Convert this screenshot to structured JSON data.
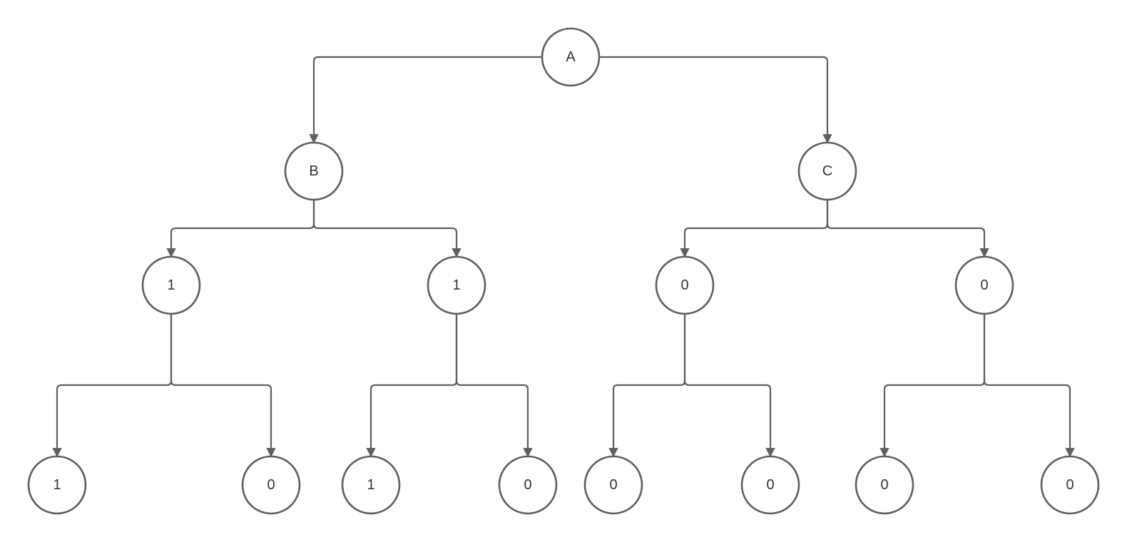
{
  "diagram": {
    "nodes": [
      {
        "id": "root",
        "label": "A"
      },
      {
        "id": "b",
        "label": "B"
      },
      {
        "id": "c",
        "label": "C"
      },
      {
        "id": "b_left",
        "label": "1"
      },
      {
        "id": "b_right",
        "label": "1"
      },
      {
        "id": "c_left",
        "label": "0"
      },
      {
        "id": "c_right",
        "label": "0"
      },
      {
        "id": "bl_left",
        "label": "1"
      },
      {
        "id": "bl_right",
        "label": "0"
      },
      {
        "id": "br_left",
        "label": "1"
      },
      {
        "id": "br_right",
        "label": "0"
      },
      {
        "id": "cl_left",
        "label": "0"
      },
      {
        "id": "cl_right",
        "label": "0"
      },
      {
        "id": "cr_left",
        "label": "0"
      },
      {
        "id": "cr_right",
        "label": "0"
      }
    ],
    "edges": [
      {
        "from": "root",
        "to": "b"
      },
      {
        "from": "root",
        "to": "c"
      },
      {
        "from": "b",
        "to": "b_left"
      },
      {
        "from": "b",
        "to": "b_right"
      },
      {
        "from": "c",
        "to": "c_left"
      },
      {
        "from": "c",
        "to": "c_right"
      },
      {
        "from": "b_left",
        "to": "bl_left"
      },
      {
        "from": "b_left",
        "to": "bl_right"
      },
      {
        "from": "b_right",
        "to": "br_left"
      },
      {
        "from": "b_right",
        "to": "br_right"
      },
      {
        "from": "c_left",
        "to": "cl_left"
      },
      {
        "from": "c_left",
        "to": "cl_right"
      },
      {
        "from": "c_right",
        "to": "cr_left"
      },
      {
        "from": "c_right",
        "to": "cr_right"
      }
    ],
    "colors": {
      "stroke": "#5f5f5f",
      "text": "#333333",
      "background": "#ffffff"
    }
  }
}
